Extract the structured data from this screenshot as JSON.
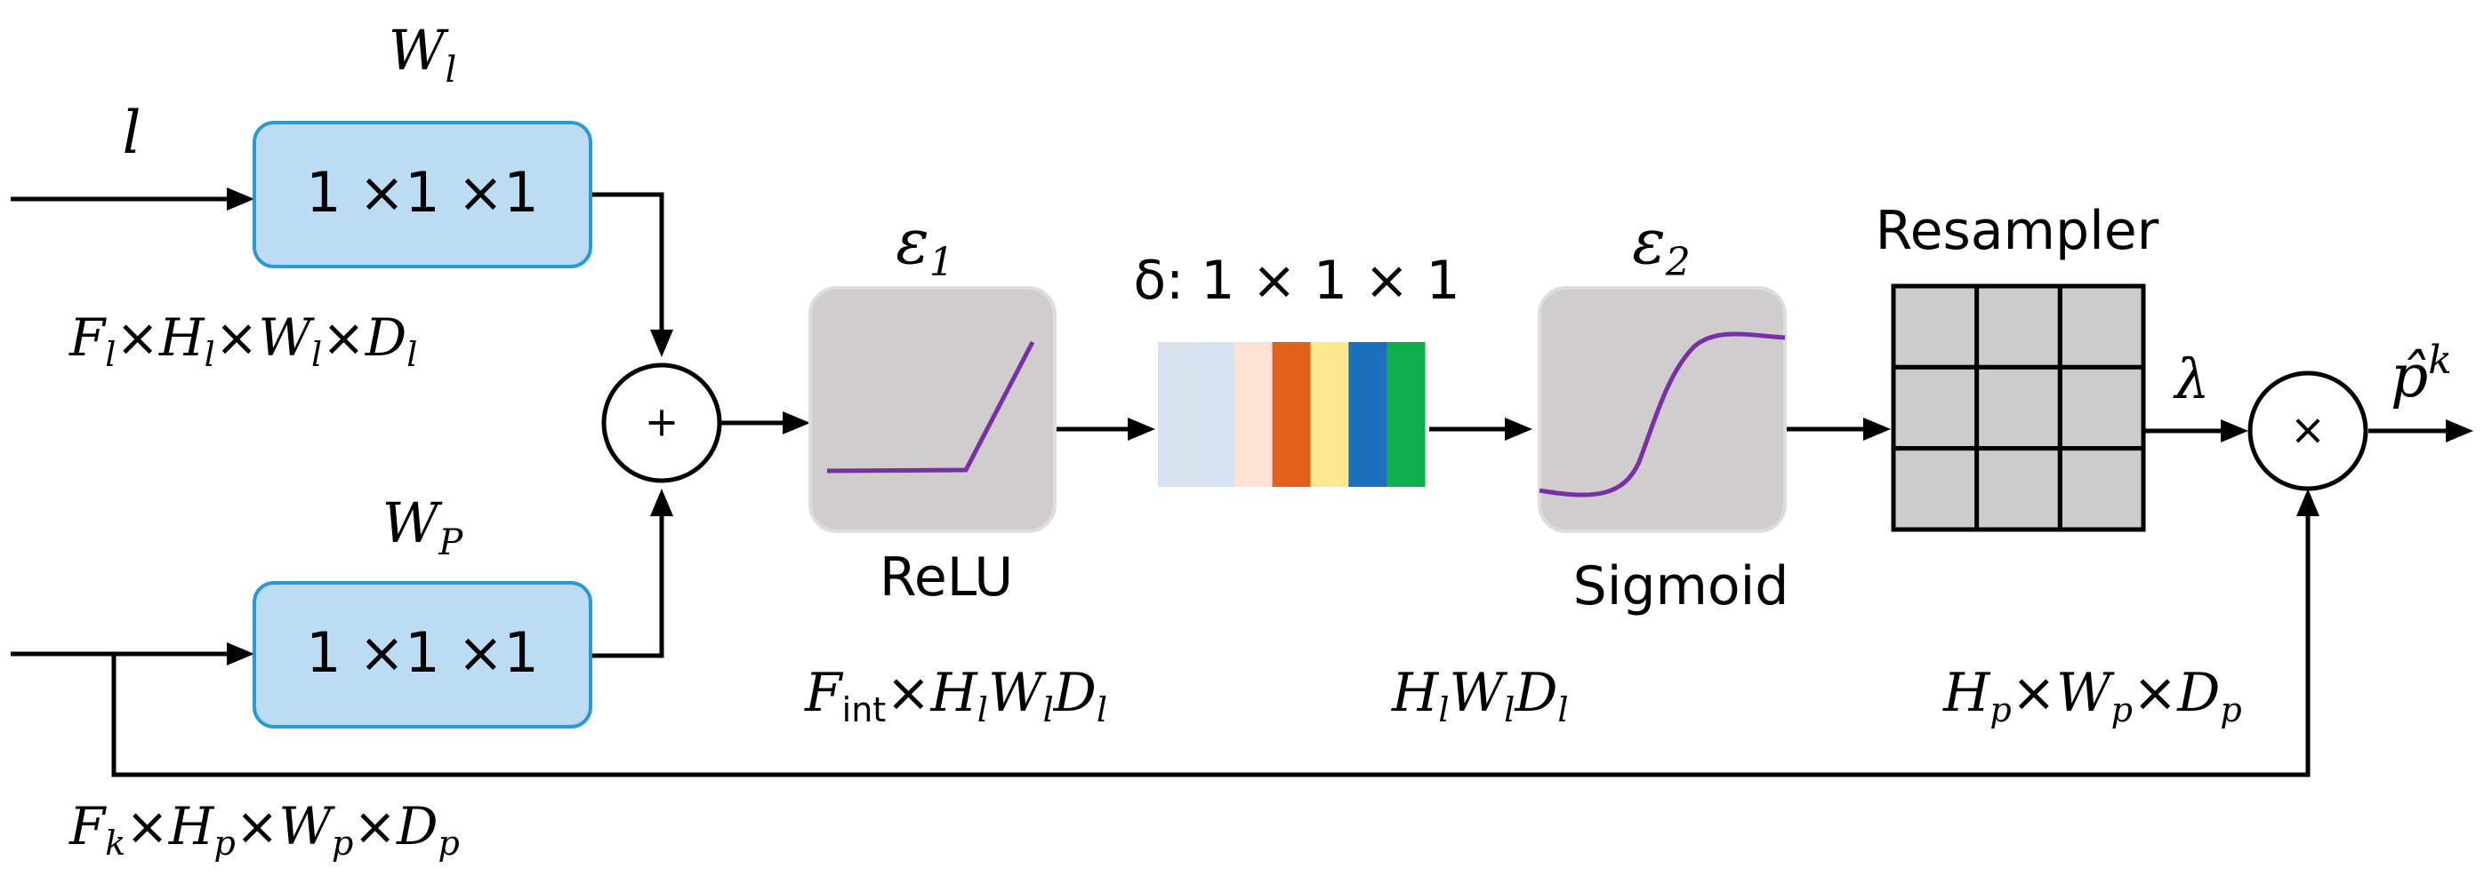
{
  "inputs": {
    "l_label": "l",
    "wl_label": "W",
    "wl_sub": "l",
    "wp_label": "W",
    "wp_sub": "P"
  },
  "conv_boxes": {
    "top_text": "1 ×1 ×1",
    "bottom_text": "1 ×1 ×1"
  },
  "operators": {
    "add_symbol": "+",
    "multiply_symbol": "×"
  },
  "relu_block": {
    "symbol": "ε",
    "sub": "1",
    "label": "ReLU"
  },
  "delta_block": {
    "label": "δ: 1 × 1 × 1",
    "strip_colors": [
      "#d8e2ec",
      "#d6e3f3",
      "#fde2d3",
      "#e2601a",
      "#fde88f",
      "#1c6fba",
      "#0fae4d"
    ]
  },
  "sigmoid_block": {
    "symbol": "ε",
    "sub": "2",
    "label": "Sigmoid"
  },
  "resampler": {
    "label": "Resampler",
    "lambda": "λ"
  },
  "output": {
    "label": "p̂",
    "sup": "k"
  },
  "dims": {
    "fl": {
      "f": "F",
      "fs": "l",
      "h": "H",
      "hs": "l",
      "w": "W",
      "ws": "l",
      "d": "D",
      "ds": "l"
    },
    "fk": {
      "f": "F",
      "fs": "k",
      "h": "H",
      "hs": "p",
      "w": "W",
      "ws": "p",
      "d": "D",
      "ds": "p"
    },
    "fint": {
      "f": "F",
      "fs": "int",
      "h": "H",
      "hs": "l",
      "w": "W",
      "ws": "l",
      "d": "D",
      "ds": "l"
    },
    "hwd": {
      "h": "H",
      "hs": "l",
      "w": "W",
      "ws": "l",
      "d": "D",
      "ds": "l"
    },
    "hpwpdp": {
      "h": "H",
      "hs": "p",
      "w": "W",
      "ws": "p",
      "d": "D",
      "ds": "p"
    },
    "times": "×"
  },
  "colors": {
    "conv_fill": "#bcdcf3",
    "conv_stroke": "#2a9ad6",
    "activation_fill": "#cfcdce",
    "curve": "#7a2fa6",
    "resampler_cell": "#cccccc"
  }
}
